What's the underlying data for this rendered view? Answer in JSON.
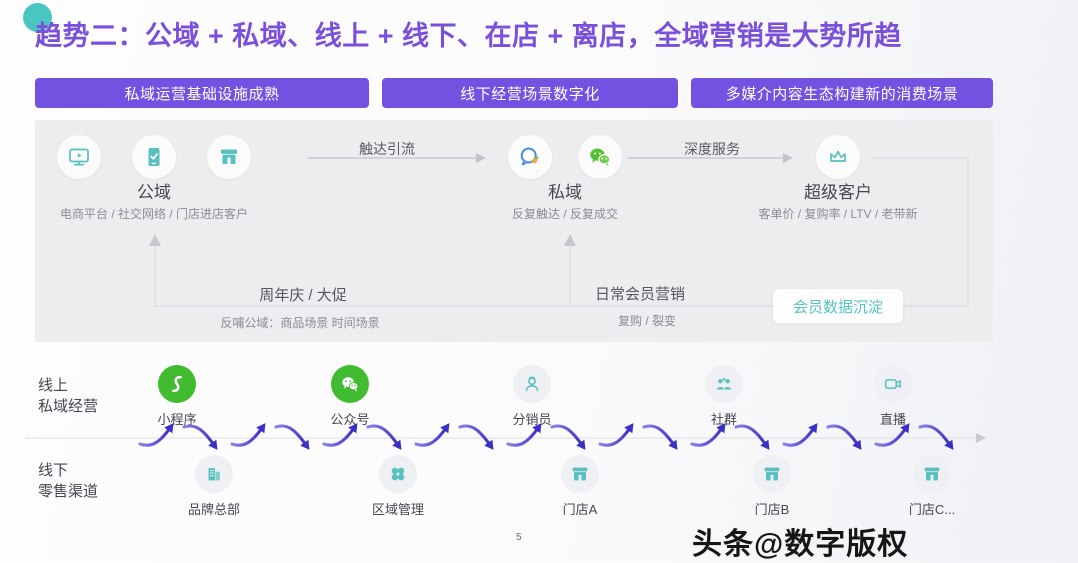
{
  "title": "趋势二：公域 + 私域、线上 + 线下、在店 + 离店，全域营销是大势所趋",
  "colors": {
    "accent_purple": "#7452E1",
    "title_purple": "#7A4FDB",
    "teal": "#58C0BE",
    "wechat_green": "#41BC30",
    "flow_arrow_blue": "#4A3FD0",
    "panel_gray": "#ECEDEF"
  },
  "banners": [
    {
      "label": "私域运营基础设施成熟"
    },
    {
      "label": "线下经营场景数字化"
    },
    {
      "label": "多媒介内容生态构建新的消费场景"
    }
  ],
  "funnel": {
    "stages": [
      {
        "name": "公域",
        "subtitle": "电商平台 / 社交网络 / 门店进店客户",
        "icons": [
          "monitor-icon",
          "tablet-check-icon",
          "storefront-icon"
        ]
      },
      {
        "name": "私域",
        "subtitle": "反复触达 / 反复成交",
        "icons": [
          "wecom-icon",
          "wechat-icon"
        ]
      },
      {
        "name": "超级客户",
        "subtitle": "客单价 / 复购率 / LTV / 老带新",
        "icons": [
          "crown-icon"
        ]
      }
    ],
    "flow_arrows": [
      {
        "label": "触达引流"
      },
      {
        "label": "深度服务"
      }
    ],
    "loops": [
      {
        "label": "周年庆 / 大促",
        "sublabel": "反哺公域：商品场景 时间场景"
      },
      {
        "label": "日常会员营销",
        "sublabel": "复购 / 裂变"
      }
    ],
    "badge": "会员数据沉淀"
  },
  "channels": {
    "online_label_line1": "线上",
    "online_label_line2": "私域经营",
    "offline_label_line1": "线下",
    "offline_label_line2": "零售渠道",
    "online_nodes": [
      {
        "label": "小程序",
        "icon": "miniprogram-icon"
      },
      {
        "label": "公众号",
        "icon": "wechat-icon"
      },
      {
        "label": "分销员",
        "icon": "distributor-icon"
      },
      {
        "label": "社群",
        "icon": "community-icon"
      },
      {
        "label": "直播",
        "icon": "live-video-icon"
      }
    ],
    "offline_nodes": [
      {
        "label": "品牌总部",
        "icon": "headquarters-icon"
      },
      {
        "label": "区域管理",
        "icon": "region-icon"
      },
      {
        "label": "门店A",
        "icon": "store-icon"
      },
      {
        "label": "门店B",
        "icon": "store-icon"
      },
      {
        "label": "门店C...",
        "icon": "store-icon"
      }
    ]
  },
  "footer": {
    "page_number": "5",
    "watermark": "头条@数字版权"
  }
}
